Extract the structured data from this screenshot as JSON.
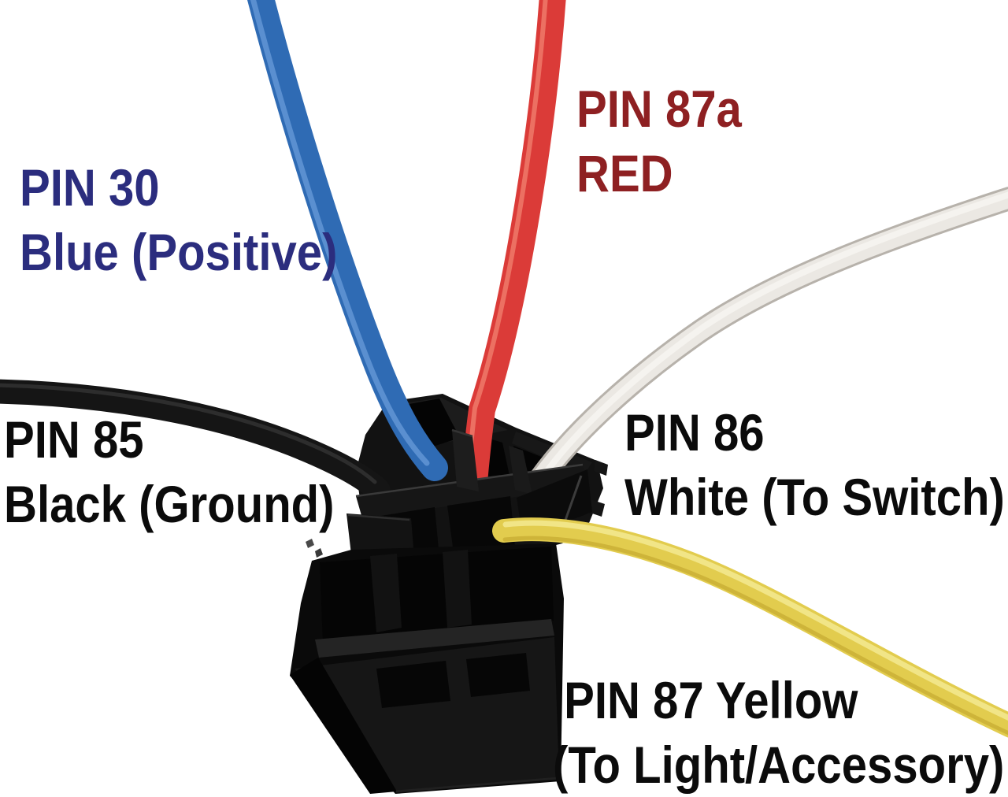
{
  "page": {
    "background": "#ffffff",
    "description": "5-pin automotive relay socket pigtail wiring diagram"
  },
  "labels": {
    "pin30": {
      "line1": "PIN 30",
      "line2": "Blue (Positive)",
      "color": "#2b2d7e"
    },
    "pin87a": {
      "line1": "PIN 87a",
      "line2": "RED",
      "color": "#8e2022"
    },
    "pin85": {
      "line1": "PIN 85",
      "line2": "Black (Ground)",
      "color": "#0b0b0b"
    },
    "pin86": {
      "line1": "PIN 86",
      "line2": "White (To Switch)",
      "color": "#0b0b0b"
    },
    "pin87": {
      "line1": "PIN 87 Yellow",
      "line2": "(To Light/Accessory)",
      "color": "#0b0b0b"
    }
  },
  "wires": {
    "blue": {
      "pin": "30",
      "color": "#2f6bb4",
      "highlight": "#5f93d3"
    },
    "red": {
      "pin": "87a",
      "color": "#db3b38",
      "highlight": "#ee7a6a"
    },
    "black": {
      "pin": "85",
      "color": "#151515",
      "highlight": "#3d3d3d"
    },
    "white": {
      "pin": "86",
      "color": "#ebe8e3",
      "outline": "#b7b2ab"
    },
    "yellow": {
      "pin": "87",
      "color": "#e2cc4e",
      "highlight": "#f3e88e"
    }
  },
  "connector": {
    "name": "relay socket",
    "body_color": "#121212",
    "lower_body_color": "#0a0a0a"
  }
}
